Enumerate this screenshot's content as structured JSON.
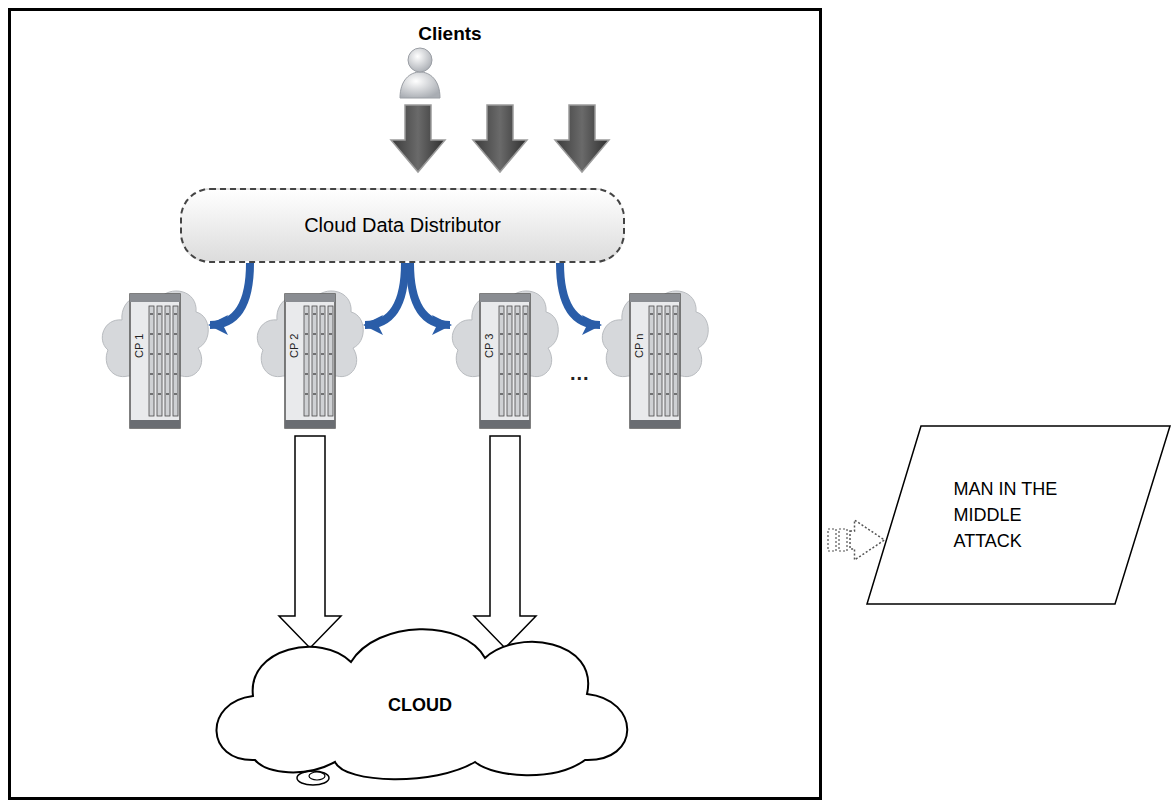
{
  "diagram": {
    "nodes": [
      {
        "text": [
          "Clients"
        ]
      },
      {
        "text": [
          "Cloud Data Distributor"
        ],
        "in": 0
      },
      {
        "text": [
          "CP 1"
        ],
        "in": 0
      },
      {
        "text": [
          "CP 2"
        ],
        "in": 0
      },
      {
        "text": [
          "CP 3"
        ],
        "in": 0
      },
      {
        "text": [
          "CP n"
        ],
        "in": 0
      },
      {
        "text": [
          "CLOUD"
        ],
        "in": 0
      },
      {
        "text": [
          "MAN IN THE MIDDLE ATTACK"
        ]
      }
    ],
    "edges": [
      {
        "from": 1,
        "to": 2,
        "arrow": "to"
      },
      {
        "from": 1,
        "to": 3,
        "arrow": "to"
      },
      {
        "from": 1,
        "to": 4,
        "arrow": "to"
      },
      {
        "from": 1,
        "to": 5,
        "arrow": "to"
      },
      {
        "from": 3,
        "to": 6,
        "arrow": "to"
      },
      {
        "from": 4,
        "to": 6,
        "arrow": "to"
      },
      {
        "from": 0,
        "to": 7,
        "arrow": "to"
      }
    ],
    "labels": [
      "..."
    ]
  }
}
